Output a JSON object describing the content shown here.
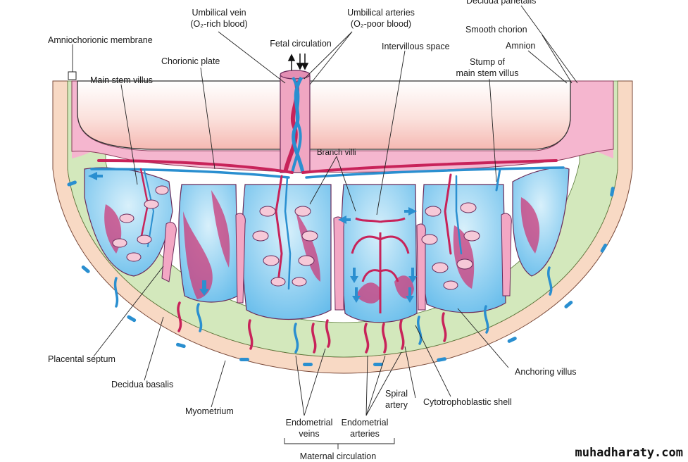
{
  "labels": {
    "decidua_parietalis": "Decidua parietalis",
    "umbilical_vein_1": "Umbilical vein",
    "umbilical_vein_2": "(O₂-rich blood)",
    "umbilical_arteries_1": "Umbilical arteries",
    "umbilical_arteries_2": "(O₂-poor blood)",
    "smooth_chorion": "Smooth chorion",
    "amniochorionic_membrane": "Amniochorionic membrane",
    "fetal_circulation": "Fetal circulation",
    "intervillous_space": "Intervillous space",
    "amnion": "Amnion",
    "chorionic_plate": "Chorionic plate",
    "main_stem_villus": "Main stem villus",
    "stump_1": "Stump of",
    "stump_2": "main stem villus",
    "branch_villi": "Branch villi",
    "placental_septum": "Placental septum",
    "anchoring_villus": "Anchoring villus",
    "decidua_basalis": "Decidua basalis",
    "spiral_artery_1": "Spiral",
    "spiral_artery_2": "artery",
    "cytotrophoblastic_shell": "Cytotrophoblastic shell",
    "myometrium": "Myometrium",
    "endometrial_veins_1": "Endometrial",
    "endometrial_veins_2": "veins",
    "endometrial_arteries_1": "Endometrial",
    "endometrial_arteries_2": "arteries",
    "maternal_circulation": "Maternal circulation"
  },
  "watermark": "muhadharaty.com",
  "colors": {
    "myometrium": "#f8d9c4",
    "decidua": "#d3e8bc",
    "chorion": "#f5b6cf",
    "amnion": "#f7c9c3",
    "intervillous": "#a9daf3",
    "maternal_blood": "#cc3a7a",
    "artery": "#c8235a",
    "vein": "#2a8fd0"
  }
}
